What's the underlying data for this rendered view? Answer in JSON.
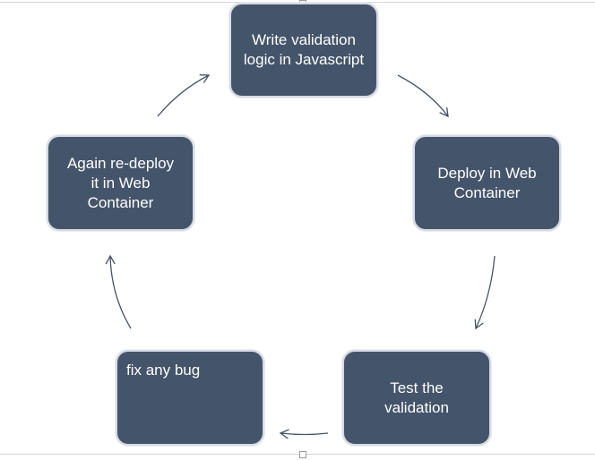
{
  "diagram": {
    "nodes": [
      {
        "id": "write",
        "label": "Write validation\nlogic in Javascript"
      },
      {
        "id": "deploy",
        "label": "Deploy in Web\nContainer"
      },
      {
        "id": "test",
        "label": "Test the\nvalidation"
      },
      {
        "id": "fix",
        "label": "fix any bug"
      },
      {
        "id": "redeploy",
        "label": "Again re-deploy\nit in Web\nContainer"
      }
    ],
    "colors": {
      "node_fill": "#44546a",
      "node_border": "#d6dbe2",
      "node_text": "#ffffff",
      "arrow": "#44546a"
    }
  }
}
